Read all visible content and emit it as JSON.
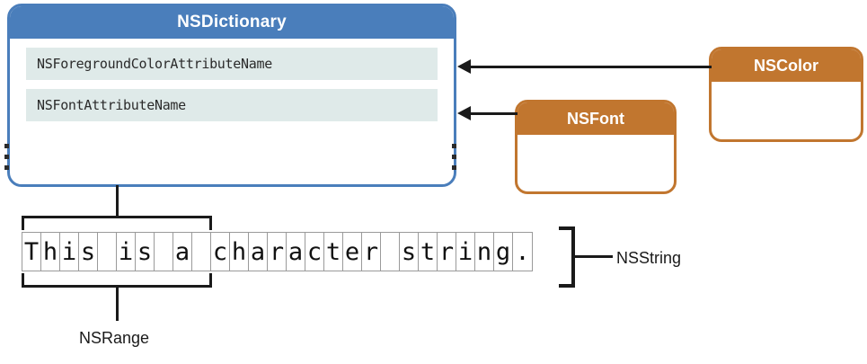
{
  "diagram": {
    "title": "NSAttributedString composition diagram",
    "colors": {
      "dictionary_header": "#4a7ebb",
      "dictionary_border": "#4a7ebb",
      "dictionary_row_bg": "#dfeae9",
      "object_header": "#c1762f",
      "object_border": "#c1762f",
      "line": "#1a1a1a",
      "cell_border": "#9a9a9a",
      "background": "#ffffff"
    }
  },
  "dictionary": {
    "title": "NSDictionary",
    "rows": [
      {
        "key": "NSForegroundColorAttributeName"
      },
      {
        "key": "NSFontAttributeName"
      }
    ],
    "ellipsis": "⋮"
  },
  "objects": [
    {
      "id": "nscolor",
      "title": "NSColor"
    },
    {
      "id": "nsfont",
      "title": "NSFont"
    }
  ],
  "string": {
    "text": "This is a character string.",
    "characters": [
      "T",
      "h",
      "i",
      "s",
      " ",
      "i",
      "s",
      " ",
      "a",
      " ",
      "c",
      "h",
      "a",
      "r",
      "a",
      "c",
      "t",
      "e",
      "r",
      " ",
      "s",
      "t",
      "r",
      "i",
      "n",
      "g",
      "."
    ],
    "character_count": 27,
    "label": "NSString"
  },
  "range": {
    "label": "NSRange",
    "covers_text": "This is a ",
    "start_index": 0,
    "length": 10
  },
  "connections": [
    {
      "from": "NSColor",
      "to": "NSForegroundColorAttributeName",
      "style": "arrow-left"
    },
    {
      "from": "NSFont",
      "to": "NSFontAttributeName",
      "style": "arrow-left"
    },
    {
      "from": "NSDictionary",
      "to": "NSRange bracket",
      "style": "line"
    },
    {
      "from": "NSRange bracket",
      "to": "NSRange",
      "style": "line"
    },
    {
      "from": "NSString bracket",
      "to": "NSString",
      "style": "line"
    }
  ]
}
